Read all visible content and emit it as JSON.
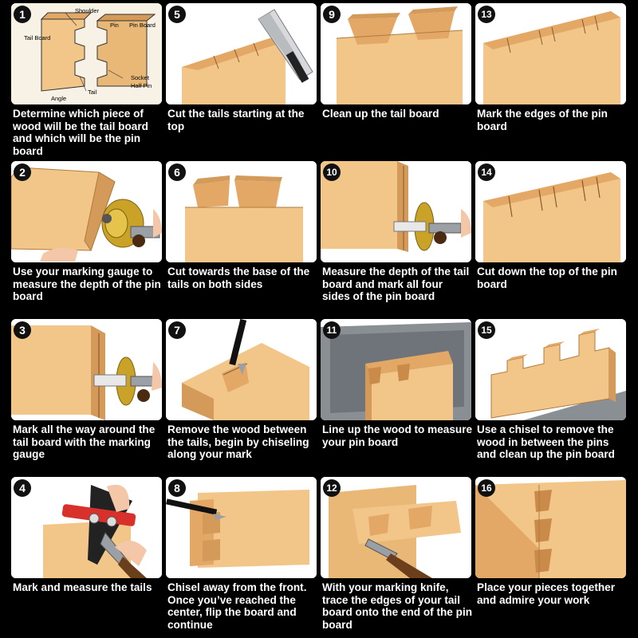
{
  "colors": {
    "background": "#000000",
    "panel": "#ffffff",
    "wood_light": "#f2c689",
    "wood_mid": "#e3a866",
    "wood_dark": "#c98a4a",
    "steel": "#9aa0a6",
    "gauge_brass": "#c9a227",
    "square_red": "#d8312b"
  },
  "steps": [
    {
      "number": "1",
      "caption": "Determine which piece of wood will be the tail board and which will be the pin board",
      "labels": {
        "shoulder": "Shoulder",
        "pin": "Pin",
        "pin_board": "Pin Board",
        "tail_board": "Tail Board",
        "socket": "Socket",
        "half_pin": "Half Pin",
        "tail": "Tail",
        "angle": "Angle"
      }
    },
    {
      "number": "2",
      "caption": "Use your marking gauge to measure the depth of the pin board"
    },
    {
      "number": "3",
      "caption": "Mark all the way around the tail board with the marking gauge"
    },
    {
      "number": "4",
      "caption": "Mark and measure the tails"
    },
    {
      "number": "5",
      "caption": "Cut the tails starting at the top"
    },
    {
      "number": "6",
      "caption": "Cut towards the base of the tails on both sides"
    },
    {
      "number": "7",
      "caption": "Remove the wood between the tails, begin by chiseling along your mark"
    },
    {
      "number": "8",
      "caption": "Chisel away from the front. Once you’ve reached the center, flip the board and continue"
    },
    {
      "number": "9",
      "caption": "Clean up the tail board"
    },
    {
      "number": "10",
      "caption": "Measure the depth of the tail board and mark all four sides of the pin board"
    },
    {
      "number": "11",
      "caption": "Line up the wood to measure your pin board"
    },
    {
      "number": "12",
      "caption": "With your marking knife, trace the edges of your tail board onto the end of the pin board"
    },
    {
      "number": "13",
      "caption": "Mark the edges of the pin board"
    },
    {
      "number": "14",
      "caption": "Cut down the top of the pin board"
    },
    {
      "number": "15",
      "caption": "Use a chisel to remove the wood in between the pins and clean up the pin board"
    },
    {
      "number": "16",
      "caption": "Place your pieces together and admire your work"
    }
  ]
}
